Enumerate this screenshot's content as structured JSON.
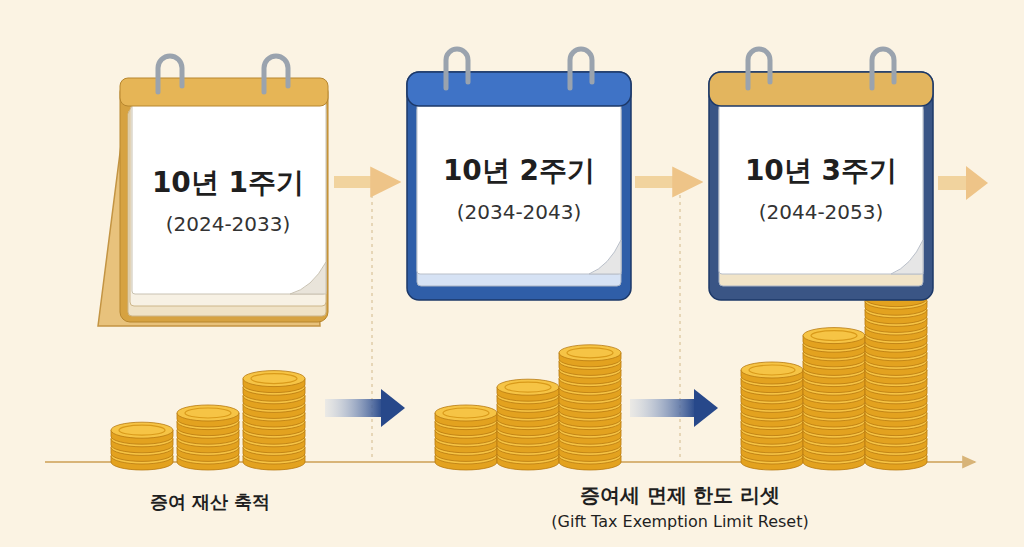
{
  "diagram": {
    "nodes": [
      {
        "text": [
          "10년 1주기",
          "(2024-2033)"
        ]
      },
      {
        "text": [
          "10년 2주기",
          "(2034-2043)"
        ]
      },
      {
        "text": [
          "10년 3주기",
          "(2044-2053)"
        ]
      }
    ],
    "edges": [
      {
        "from": 0,
        "to": 1,
        "arrow": "to"
      },
      {
        "from": 1,
        "to": 2,
        "arrow": "to"
      }
    ],
    "labels": [
      "증여 재산 축적",
      "증여세 면제 한도 리셋",
      "(Gift Tax Exemption Limit Reset)"
    ]
  }
}
